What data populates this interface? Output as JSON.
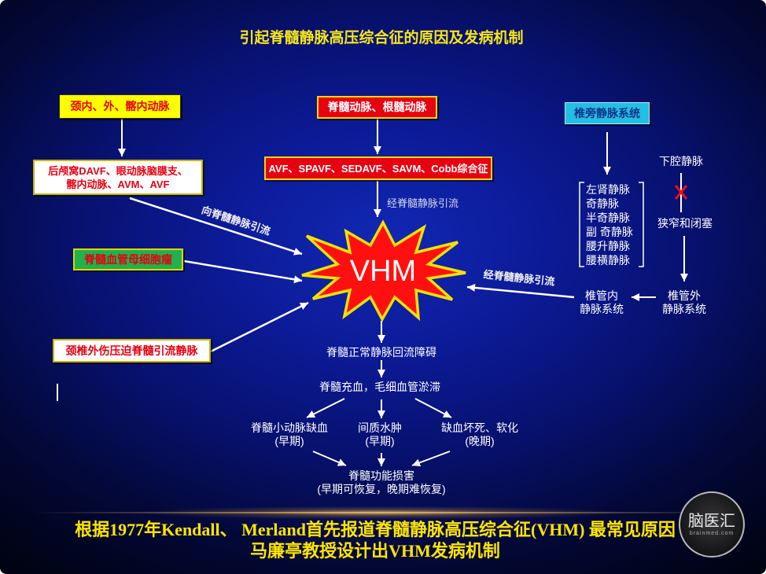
{
  "title": "引起脊髓静脉高压综合征的原因及发病机制",
  "boxes": {
    "external_arteries": "颈内、外、髂内动脉",
    "fistula_sources_line1": "后颅窝DAVF、眼动脉脑膜支、",
    "fistula_sources_line2": "髂内动脉、AVM、AVF",
    "hemangioblastoma": "脊髓血管母细胞瘤",
    "cervical_trauma": "颈椎外伤压迫脊髓引流静脉",
    "spinal_arteries": "脊髓动脉、根髓动脉",
    "malformations": "AVF、SPAVF、SEDAVF、SAVM、Cobb综合征",
    "paravertebral": "椎旁静脉系统"
  },
  "center": "VHM",
  "arrow_labels": {
    "left_drainage": "向脊髓静脉引流",
    "top_drainage": "经脊髓静脉引流",
    "right_drainage": "经脊髓静脉引流"
  },
  "right_column": {
    "veins": [
      "左肾静脉",
      "奇静脉",
      "半奇静脉",
      "副 奇静脉",
      "腰升静脉",
      "腰横静脉"
    ],
    "ivc": "下腔静脉",
    "stenosis": "狭窄和闭塞",
    "extraspinal_line1": "椎管外",
    "extraspinal_line2": "静脉系统",
    "intraspinal_line1": "椎管内",
    "intraspinal_line2": "静脉系统"
  },
  "flow": {
    "step1": "脊髓正常静脉回流障碍",
    "step2": "脊髓充血，毛细血管淤滞",
    "branches": [
      {
        "label": "脊髓小动脉缺血",
        "stage": "(早期)"
      },
      {
        "label": "间质水肿",
        "stage": "(早期)"
      },
      {
        "label": "缺血坏死、软化",
        "stage": "(晚期)"
      }
    ],
    "outcome": "脊髓功能损害",
    "outcome_note": "(早期可恢复，晚期难恢复)"
  },
  "footer": {
    "line1": "根据1977年Kendall、 Merland首先报道脊髓静脉高压综合征(VHM) 最常见原因",
    "line2": "马廉亭教授设计出VHM发病机制"
  },
  "logo": {
    "name": "脑医汇",
    "site": "brainmed.com"
  },
  "icons": {
    "blocked": "red-x-icon",
    "arrows": "white-arrow"
  },
  "colors": {
    "title": "#f5e61a",
    "footer": "#ffe500",
    "red_text": "#e60012",
    "star_fill": "#ff1010",
    "star_stroke": "#f2e200",
    "yellow_box": "#ffff00",
    "green_box": "#22b14c",
    "cyan_box": "#22bfe2",
    "red_box": "#e60012",
    "cross": "#e8101e",
    "cyan_text": "#13318e"
  }
}
